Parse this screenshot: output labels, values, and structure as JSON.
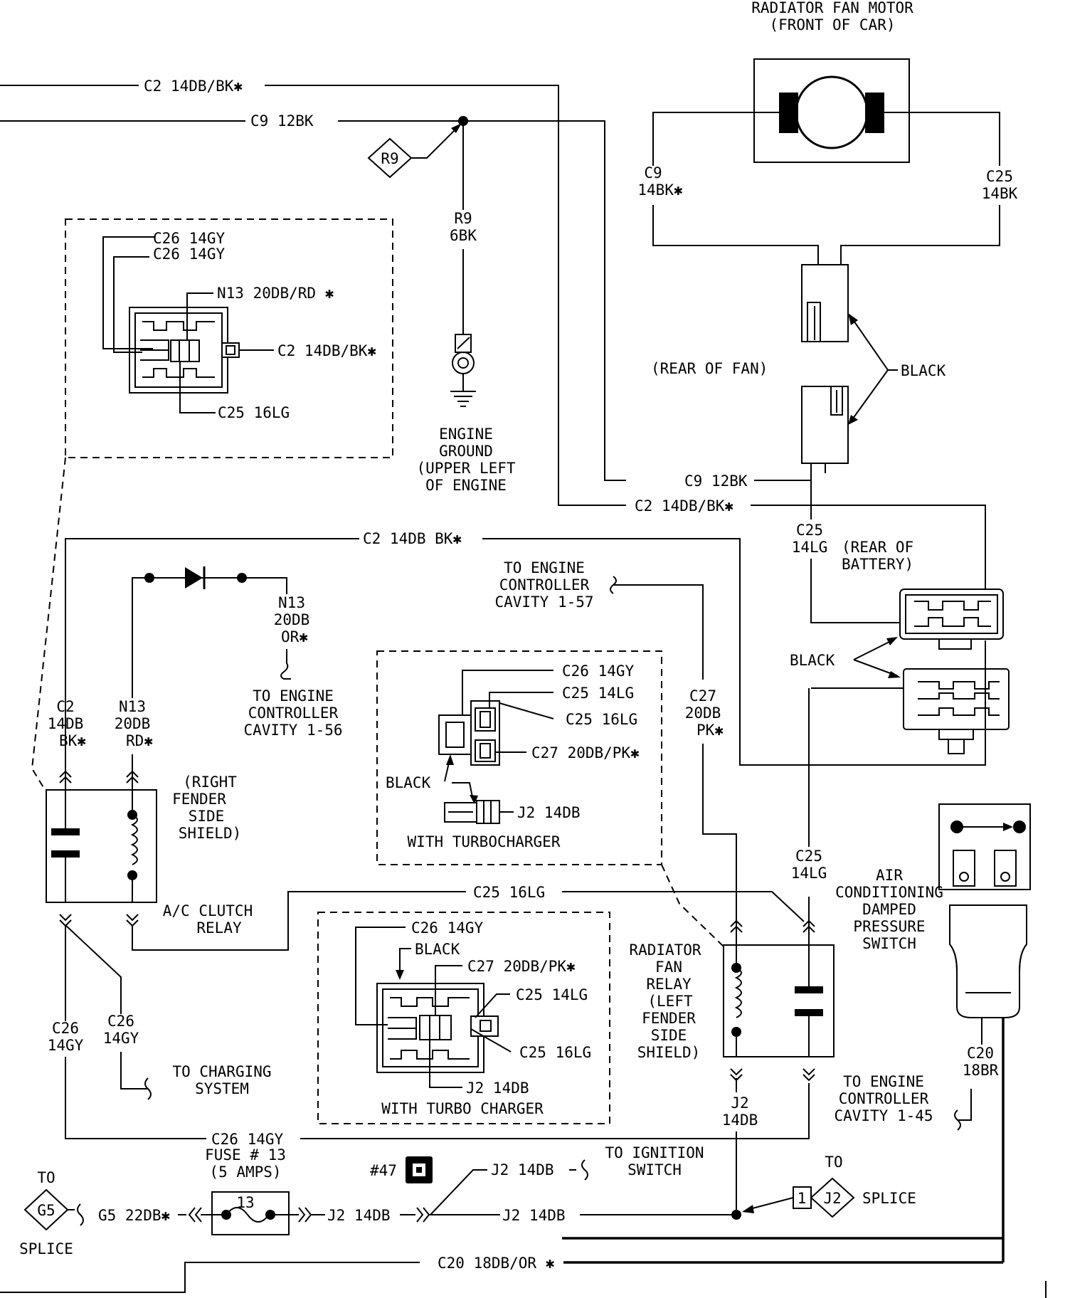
{
  "radiator_fan_motor": {
    "title_line1": "RADIATOR FAN MOTOR",
    "title_line2": "(FRONT OF CAR)"
  },
  "wires": {
    "c2_top": "C2 14DB/BK✱",
    "c9_top": "C9 12BK",
    "c9_motor_l1": "C9",
    "c9_motor_l2": "14BK✱",
    "c25_motor_l1": "C25",
    "c25_motor_l2": "14BK",
    "r9_l1": "R9",
    "r9_l2": "6BK",
    "r9_tag": "R9",
    "c9_mid": "C9 12BK",
    "c2_mid": "C2 14DB/BK✱",
    "c25_batt_l1": "C25",
    "c25_batt_l2": "14LG",
    "c2_left": "C2 14DB BK✱",
    "n13_l1": "N13",
    "n13_l2": "20DB",
    "n13_l3": "OR✱",
    "n13b_l1": "N13",
    "n13b_l2": "20DB",
    "n13b_l3": "RD✱",
    "c2_relay_l1": "C2",
    "c2_relay_l2": "14DB",
    "c2_relay_l3": "BK✱",
    "c27_l1": "C27",
    "c27_l2": "20DB",
    "c27_l3": "PK✱",
    "c25_right_l1": "C25",
    "c25_right_l2": "14LG",
    "c25_16lg": "C25 16LG",
    "c26_bl_l1": "C26",
    "c26_bl_l2": "14GY",
    "c26_b2_l1": "C26",
    "c26_b2_l2": "14GY",
    "c26_bottom": "C26 14GY",
    "j2_relay_l1": "J2",
    "j2_relay_l2": "14DB",
    "c20_l1": "C20",
    "c20_l2": "18BR",
    "j2_ign": "J2 14DB",
    "j2_fuse": "J2 14DB",
    "j2_bottom": "J2 14DB",
    "g5": "G5 22DB✱",
    "c20_bottom": "C20 18DB/OR ✱"
  },
  "connector_topleft": {
    "c26a": "C26 14GY",
    "c26b": "C26 14GY",
    "n13": "N13 20DB/RD ✱",
    "c2": "C2 14DB/BK✱",
    "c25": "C25 16LG"
  },
  "connector_turbo1": {
    "c26": "C26 14GY",
    "c25a": "C25 14LG",
    "c25b": "C25 16LG",
    "c27": "C27 20DB/PK✱",
    "black": "BLACK",
    "j2": "J2 14DB",
    "caption": "WITH TURBOCHARGER"
  },
  "connector_turbo2": {
    "c26": "C26 14GY",
    "black": "BLACK",
    "c27": "C27 20DB/PK✱",
    "c25a": "C25 14LG",
    "c25b": "C25 16LG",
    "j2": "J2 14DB",
    "caption": "WITH TURBO CHARGER"
  },
  "labels": {
    "rear_of_fan": "(REAR OF FAN)",
    "black_fan": "BLACK",
    "engine_ground": [
      "ENGINE",
      "GROUND",
      "(UPPER LEFT",
      "OF ENGINE"
    ],
    "rear_of_battery": [
      "(REAR OF",
      "BATTERY)"
    ],
    "black_batt": "BLACK",
    "to_engine_57": [
      "TO ENGINE",
      "CONTROLLER",
      "CAVITY 1-57"
    ],
    "to_engine_56": [
      "TO ENGINE",
      "CONTROLLER",
      "CAVITY 1-56"
    ],
    "right_fender": [
      "(RIGHT",
      "FENDER",
      "SIDE",
      "SHIELD)"
    ],
    "ac_clutch_relay": [
      "A/C CLUTCH",
      "RELAY"
    ],
    "to_charging": [
      "TO CHARGING",
      "SYSTEM"
    ],
    "radiator_fan_relay": [
      "RADIATOR",
      "FAN",
      "RELAY",
      "(LEFT",
      "FENDER",
      "SIDE",
      "SHIELD)"
    ],
    "ac_pressure_switch": [
      "AIR",
      "CONDITIONING",
      "DAMPED",
      "PRESSURE",
      "SWITCH"
    ],
    "to_engine_45": [
      "TO ENGINE",
      "CONTROLLER",
      "CAVITY 1-45"
    ],
    "fuse": [
      "FUSE # 13",
      "(5 AMPS)"
    ],
    "fuse_num": "13",
    "to_ignition": [
      "TO IGNITION",
      "SWITCH"
    ],
    "conn_47": "#47",
    "to_g5": "TO",
    "g5_tag": "G5",
    "splice_g5": "SPLICE",
    "to_j2": "TO",
    "j2_tag": "J2",
    "j2_num": "1",
    "splice_j2": "SPLICE"
  }
}
